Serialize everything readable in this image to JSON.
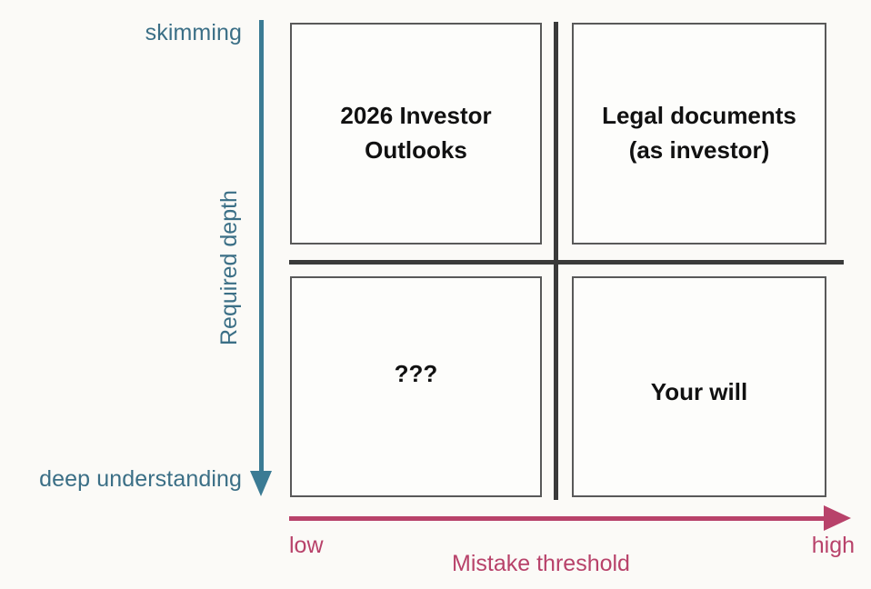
{
  "chart_data": {
    "type": "table",
    "title": "",
    "subtitle": "",
    "matrix_kind": "2x2-quadrant-matrix",
    "xlabel": "Mistake threshold",
    "ylabel": "Required depth",
    "x_axis": {
      "title": "Mistake threshold",
      "low_label": "low",
      "high_label": "high",
      "direction": "left-to-right",
      "color": "#b8426a"
    },
    "y_axis": {
      "title": "Required depth",
      "top_label": "skimming",
      "bottom_label": "deep understanding",
      "direction": "top-to-bottom",
      "color": "#3b6f86"
    },
    "categories": [
      "low mistake threshold",
      "high mistake threshold"
    ],
    "rows": [
      "skimming",
      "deep understanding"
    ],
    "quadrants": [
      {
        "position": "top-left",
        "x": "low",
        "y": "skimming",
        "label": "2026 Investor\nOutlooks"
      },
      {
        "position": "top-right",
        "x": "high",
        "y": "skimming",
        "label": "Legal documents\n(as investor)"
      },
      {
        "position": "bottom-left",
        "x": "low",
        "y": "deep understanding",
        "label": "???"
      },
      {
        "position": "bottom-right",
        "x": "high",
        "y": "deep understanding",
        "label": "Your will"
      }
    ],
    "grid": false,
    "legend": "none"
  },
  "axes": {
    "vertical": {
      "top_label": "skimming",
      "bottom_label": "deep understanding",
      "title": "Required depth",
      "color": "#3b6f86",
      "arrow_color": "#3b7b94"
    },
    "horizontal": {
      "left_label": "low",
      "right_label": "high",
      "title": "Mistake threshold",
      "color": "#b8426a",
      "arrow_color": "#b8426a"
    }
  },
  "quadrants": {
    "top_left": {
      "line1": "2026 Investor",
      "line2": "Outlooks"
    },
    "top_right": {
      "line1": "Legal documents",
      "line2": "(as investor)"
    },
    "bottom_left": {
      "line1": "???"
    },
    "bottom_right": {
      "line1": "Your will"
    }
  },
  "colors": {
    "background": "#fbfaf7",
    "box_fill": "#fdfdfb",
    "box_border": "#595959",
    "divider": "#3a3a3a",
    "teal": "#3b6f86",
    "crimson": "#b8426a",
    "text": "#111111"
  }
}
